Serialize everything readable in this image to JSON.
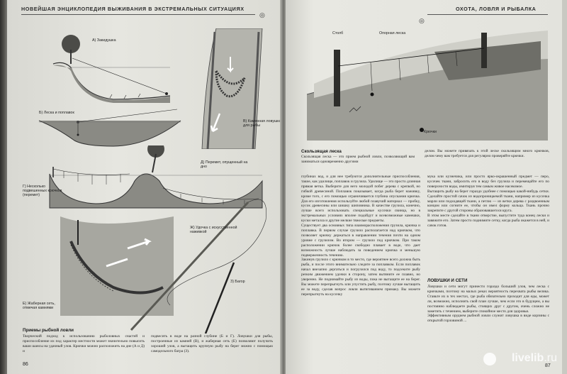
{
  "left_page": {
    "running_head": "НОВЕЙШАЯ ЭНЦИКЛОПЕДИЯ ВЫЖИВАНИЯ В ЭКСТРЕМАЛЬНЫХ СИТУАЦИЯХ",
    "page_number": "86",
    "labels": {
      "a": "А) Закидушка",
      "b": "Б) Леска и поплавок",
      "v": "В) Каменная ловушка для рыбы",
      "g": "Г) Несколько подвешенных крючков (перемет)",
      "d": "Д) Перемет, опущенный на дно",
      "zh": "Ж) Удочка с искусственной наживкой",
      "e": "Е) Жаберная сеть, отмечая камнями",
      "z": "З) Багор"
    },
    "caption_heading": "Приемы рыбной ловли",
    "caption_col1": "Творческий подход к использованию рыболовных снастей и приспособление их под характер местности может значительно повысить ваши шансы на удачный улов. Крючки можно расположить на дне (А и Д) и",
    "caption_col2": "подвесить в воде на разной глубине (Б и Г). Ловушки для рыбы, построенные из камней (В), и жаберная сеть (Е) позволяют получить хороший улов, а вытащить крупную рыбу на берег можно с помощью самодельного багра (З)."
  },
  "right_page": {
    "running_head": "ОХОТА, ЛОВЛЯ И РЫБАЛКА",
    "page_number": "87",
    "labels": {
      "post": "Столб",
      "line": "Опорная леска",
      "hooks": "Крючки"
    },
    "section1_heading": "Скользящая леска",
    "section1_text": "Скользящая леска — это прием рыбной ловли, позволяющий вам заниматься одновременно другими",
    "section1_cont": "делом. Вы можете привязать к этой леске скользящим много крючков, делом чему вам требуется для регулярно проверяйте крючки.",
    "col1": "глубинах вод, и для нее требуются дополнительные приспособления, такие, как удилище, поплавок и грузила. Удилище — это просто длинная прямая ветка. Выберите для него молодой побег дерева с крепкой, но гибкой древесиной. Поплавок показывает, когда рыба берет наживку, кроме того, с его помощью ограничивается глубина опускания крючка. Для его изготовления используйте любой плавучий материал — пробку, кусок древесины или шишку шиповника. В качестве грузила, конечно, лучше всего использовать специальные кусочки свинца, но в экстремальных условиях вполне подойдут и всевозможные камешки, куски металла и другие мелкие тяжелые предметы.\nСуществует два основных типа взаиморасположения грузила, крючка и поплавка. В первом случае грузило располагается над крючком, что позволяет крючку держаться в направлении течения почти на одном уровне с грузилом. Во втором — грузило под крючком. При таком расположении крючок более свободно плавает в воде, что дает возможность лучше наблюдать за поведением крючка и меньшую подверженность течению.\nЗакинув грузило с крючком в то место, где вероятнее всего должна быть рыба, и после этого внимательно следите за поплавком. Если поплавок начал внезапно дергаться и погрузился под воду, то подсеките рыбу резким движением удочки в сторону, затем вытяните ее плавно, но уверенно. Не поднимайте рыбу из воды, пока не вытащите ее на берег. Вы можете перепрыгнуть или упустить рыбу, поэтому лучше вытащить ее за воду, сделав вопрос ловли вытягиванием примаку. Вы можете перепрыгнуть на кусочку",
    "col2": "мука или кузнечика, или просто ярко-окрашенный предмет — перо, кусочек ткани, забросить его в воду без грузила и перемещайте его по поверхности воды, имитируя тем самым живое насекомое.\nВытащить рыбу на берег гораздо удобнее с помощью какой-нибудь сетки. Сделайте простой сачок из водопроницаемой ткани, например из кусочка марли или подходящей ткани, а петлю — из ветки дерева с раздвоенным концом или согните ее, чтобы он имел форму кольца. Ткань прочно закрепите с другой стороны образовавшегося круга.\nВ этом месте сделайте в ткани отверстие, выпустите туда конец лески и завяжите его. Затем просто поднимите сетку, когда рыба окажется в ней, и сачок готов.",
    "section2_heading": "ЛОВУШКИ И СЕТИ",
    "section2_text": "Ловушки и сети могут принести гораздо больший улов, чем леска с крючками, поэтому на малых реках вероятность перехвата рыбы велика. Ставьте их в тех местах, где рыба обязательно проходит для еды, может ли, возможно, исполнить свой план лучше, чем если это в будущем, а вы постоянно наблюдаете рыбы, стоящих друг с другом, очень сложно не заметить с течением, выберите спокойное место для здоровья.\nЭффективным орудием рыбной ловли служит ловушка в виде корзины с открытой горловиной ..."
  },
  "watermark": {
    "text": "livelib",
    "suffix": ".ru"
  }
}
